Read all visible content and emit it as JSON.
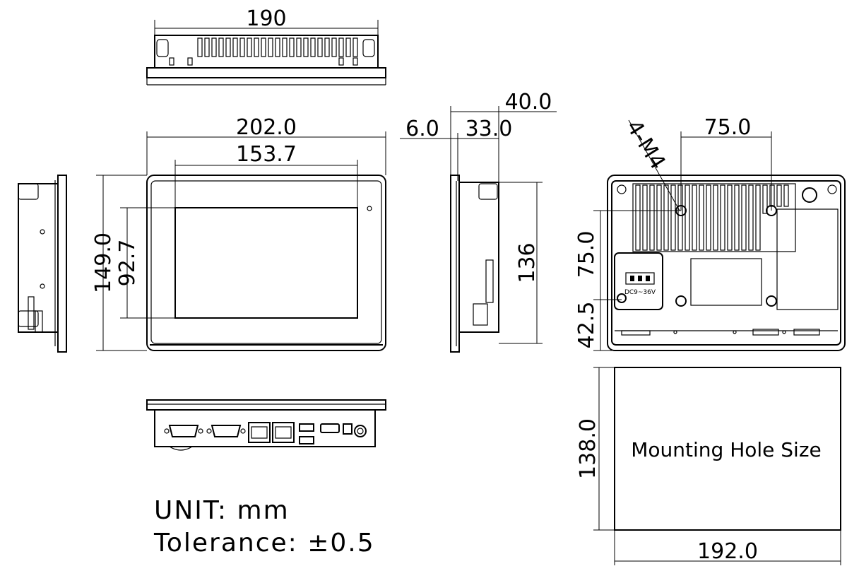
{
  "dimensions": {
    "top_width": "190",
    "front_width": "202.0",
    "screen_width": "153.7",
    "front_height": "149.0",
    "screen_height": "92.7",
    "side_offset": "6.0",
    "side_depth": "33.0",
    "total_depth": "40.0",
    "side_height": "136",
    "screw_label": "4-M4",
    "rear_spacing_x": "75.0",
    "rear_spacing_y": "75.0",
    "rear_offset_y": "42.5",
    "cutout_height": "138.0",
    "cutout_width": "192.0"
  },
  "labels": {
    "mounting_hole": "Mounting Hole Size",
    "unit": "UNIT: mm",
    "tolerance": "Tolerance: ±0.5",
    "power_connector": "DC9~36V"
  }
}
